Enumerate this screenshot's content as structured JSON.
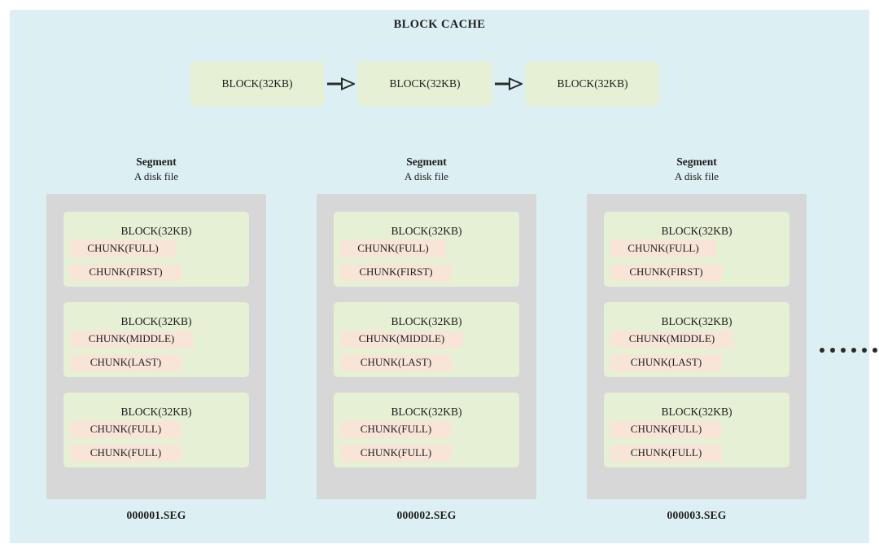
{
  "canvas": {
    "background_color": "#dcf0f3",
    "page_background_color": "#ffffff"
  },
  "colors": {
    "background": "#dcf0f3",
    "block_green": "#e5f0d5",
    "chunk_pink": "#f8e5d8",
    "segment_gray": "#d7d7d7",
    "text": "#1c1c1c",
    "arrow": "#2b2b2b"
  },
  "title": "BLOCK CACHE",
  "block_cache": {
    "blocks": [
      {
        "label": "BLOCK(32KB)"
      },
      {
        "label": "BLOCK(32KB)"
      },
      {
        "label": "BLOCK(32KB)"
      }
    ],
    "arrows": [
      {
        "name": "arrow-right-icon"
      },
      {
        "name": "arrow-right-icon"
      }
    ]
  },
  "segments": [
    {
      "heading_title": "Segment",
      "heading_subtitle": "A disk file",
      "filename": "000001.SEG",
      "blocks": [
        {
          "label": "BLOCK(32KB)",
          "chunks": [
            {
              "label": "CHUNK(FULL)",
              "width": 130
            },
            {
              "label": "CHUNK(FIRST)",
              "width": 137
            }
          ]
        },
        {
          "label": "BLOCK(32KB)",
          "chunks": [
            {
              "label": "CHUNK(MIDDLE)",
              "width": 151
            },
            {
              "label": "CHUNK(LAST)",
              "width": 137
            }
          ]
        },
        {
          "label": "BLOCK(32KB)",
          "chunks": [
            {
              "label": "CHUNK(FULL)",
              "width": 137
            },
            {
              "label": "CHUNK(FULL)",
              "width": 137
            }
          ]
        }
      ]
    },
    {
      "heading_title": "Segment",
      "heading_subtitle": "A disk file",
      "filename": "000002.SEG",
      "blocks": [
        {
          "label": "BLOCK(32KB)",
          "chunks": [
            {
              "label": "CHUNK(FULL)",
              "width": 130
            },
            {
              "label": "CHUNK(FIRST)",
              "width": 137
            }
          ]
        },
        {
          "label": "BLOCK(32KB)",
          "chunks": [
            {
              "label": "CHUNK(MIDDLE)",
              "width": 151
            },
            {
              "label": "CHUNK(LAST)",
              "width": 137
            }
          ]
        },
        {
          "label": "BLOCK(32KB)",
          "chunks": [
            {
              "label": "CHUNK(FULL)",
              "width": 137
            },
            {
              "label": "CHUNK(FULL)",
              "width": 137
            }
          ]
        }
      ]
    },
    {
      "heading_title": "Segment",
      "heading_subtitle": "A disk file",
      "filename": "000003.SEG",
      "blocks": [
        {
          "label": "BLOCK(32KB)",
          "chunks": [
            {
              "label": "CHUNK(FULL)",
              "width": 130
            },
            {
              "label": "CHUNK(FIRST)",
              "width": 137
            }
          ]
        },
        {
          "label": "BLOCK(32KB)",
          "chunks": [
            {
              "label": "CHUNK(MIDDLE)",
              "width": 151
            },
            {
              "label": "CHUNK(LAST)",
              "width": 137
            }
          ]
        },
        {
          "label": "BLOCK(32KB)",
          "chunks": [
            {
              "label": "CHUNK(FULL)",
              "width": 137
            },
            {
              "label": "CHUNK(FULL)",
              "width": 137
            }
          ]
        }
      ]
    }
  ],
  "ellipsis": {
    "name": "more-segments-ellipsis",
    "dot_count": 6
  }
}
